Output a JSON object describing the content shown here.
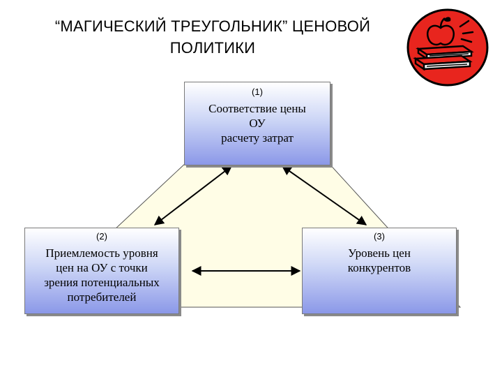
{
  "slide": {
    "title": "“МАГИЧЕСКИЙ ТРЕУГОЛЬНИК” ЦЕНОВОЙ ПОЛИТИКИ",
    "logo_icon": "books-apple-icon",
    "colors": {
      "background": "#ffffff",
      "triangle_fill": "#fffde6",
      "box_gradient_top": "#ffffff",
      "box_gradient_bottom": "#8b98e8",
      "logo_red": "#e8251e"
    }
  },
  "diagram": {
    "nodes": [
      {
        "id": "1",
        "number": "(1)",
        "text": "Соответствие цены\nОУ\nрасчету затрат"
      },
      {
        "id": "2",
        "number": "(2)",
        "text": "Приемлемость уровня\nцен на ОУ с точки\nзрения потенциальных\nпотребителей"
      },
      {
        "id": "3",
        "number": "(3)",
        "text": "Уровень цен\nконкурентов"
      }
    ],
    "edges": [
      {
        "from": "1",
        "to": "2",
        "type": "double-arrow"
      },
      {
        "from": "1",
        "to": "3",
        "type": "double-arrow"
      },
      {
        "from": "2",
        "to": "3",
        "type": "double-arrow"
      }
    ]
  }
}
